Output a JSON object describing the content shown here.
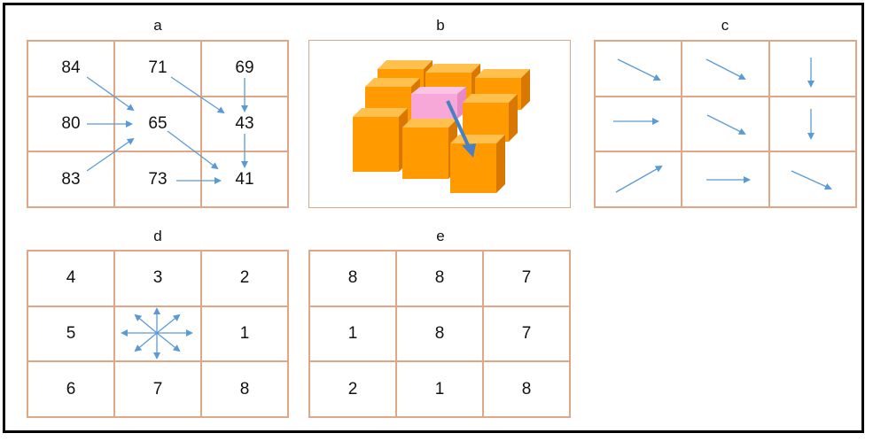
{
  "panels": {
    "a": {
      "label": "a",
      "cells": [
        "84",
        "71",
        "69",
        "80",
        "65",
        "43",
        "83",
        "73",
        "41"
      ]
    },
    "b": {
      "label": "b"
    },
    "c": {
      "label": "c",
      "cell_icons": [
        "arrow-down-right-icon",
        "arrow-down-right-icon",
        "arrow-down-icon",
        "arrow-right-icon",
        "arrow-down-right-icon",
        "arrow-down-icon",
        "arrow-up-right-icon",
        "arrow-right-icon",
        "arrow-down-right-icon"
      ]
    },
    "d": {
      "label": "d",
      "cells": [
        "4",
        "3",
        "2",
        "5",
        "",
        "1",
        "6",
        "7",
        "8"
      ]
    },
    "e": {
      "label": "e",
      "cells": [
        "8",
        "8",
        "7",
        "1",
        "8",
        "7",
        "2",
        "1",
        "8"
      ]
    }
  },
  "colors": {
    "grid_line": "#e0a685",
    "arrow": "#5b9bd5",
    "cube_front": "#ff9a00",
    "cube_top": "#ffc04d",
    "cube_side": "#d97800",
    "cube_highlight": "#f7a8d8"
  }
}
